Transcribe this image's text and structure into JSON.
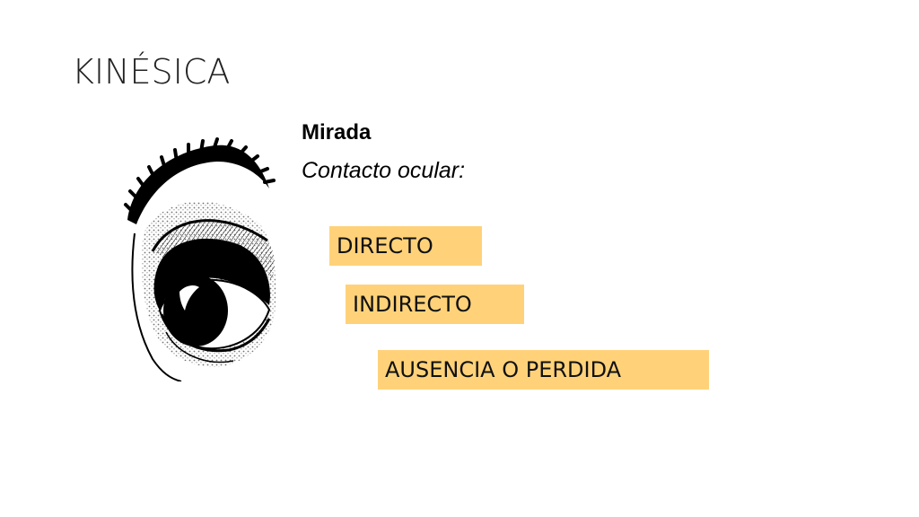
{
  "slide": {
    "title": "KINÉSICA",
    "subtitle": "Mirada",
    "lead": "Contacto ocular:",
    "options": [
      {
        "label": "DIRECTO"
      },
      {
        "label": "INDIRECTO"
      },
      {
        "label": "AUSENCIA O PERDIDA"
      }
    ],
    "tag_color": "#ffd27a",
    "illustration": "eye-illustration"
  }
}
